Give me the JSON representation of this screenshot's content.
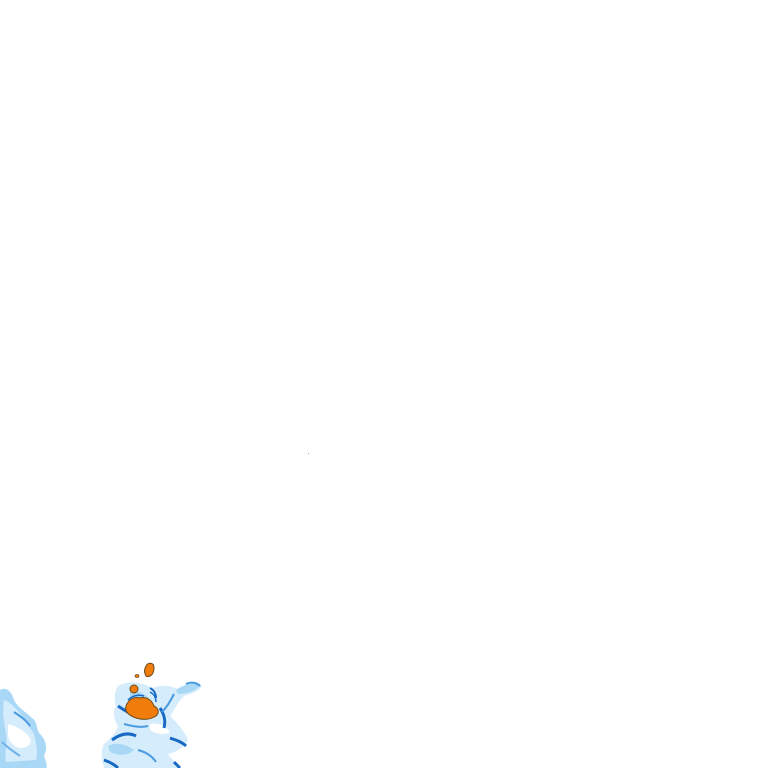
{
  "map": {
    "background_color": "#ffffff",
    "palette": {
      "light_blue": "#a9d8f7",
      "pale_blue": "#d4ecfb",
      "mid_blue": "#4a9be0",
      "dark_blue": "#1769c4",
      "orange": "#f07c0c",
      "orange_outline": "#6b4a1e"
    },
    "features": [
      {
        "name": "west-edge-blue-region",
        "kind": "water-cluster"
      },
      {
        "name": "south-center-blue-region",
        "kind": "water-cluster"
      },
      {
        "name": "orange-hotspot-main",
        "kind": "hotspot"
      },
      {
        "name": "orange-hotspot-north",
        "kind": "hotspot"
      },
      {
        "name": "orange-hotspot-small",
        "kind": "hotspot"
      }
    ]
  }
}
